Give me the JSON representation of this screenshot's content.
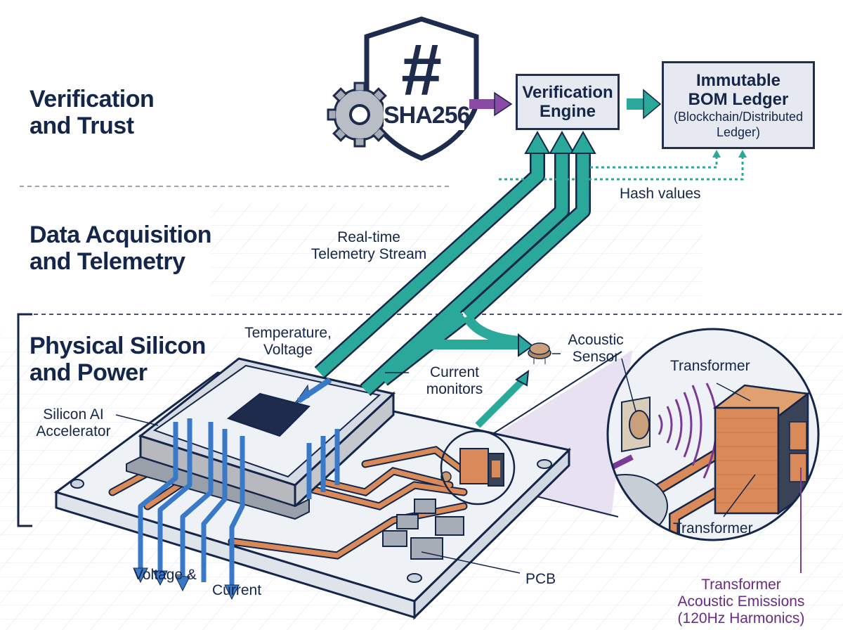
{
  "layers": {
    "top": "Verification\nand Trust",
    "top_line1": "Verification",
    "top_line2": "and Trust",
    "mid_line1": "Data Acquisition",
    "mid_line2": "and Telemetry",
    "bottom_line1": "Physical Silicon",
    "bottom_line2": "and Power"
  },
  "hash_badge": {
    "symbol": "#",
    "label": "SHA256"
  },
  "verification_engine": {
    "line1": "Verification",
    "line2": "Engine"
  },
  "ledger": {
    "line1": "Immutable",
    "line2": "BOM Ledger",
    "line3": "(Blockchain/Distributed",
    "line4": "Ledger)"
  },
  "labels": {
    "hash_values": "Hash values",
    "telemetry_line1": "Real-time",
    "telemetry_line2": "Telemetry Stream",
    "temp_line1": "Temperature,",
    "temp_line2": "Voltage",
    "current_mon_line1": "Current",
    "current_mon_line2": "monitors",
    "acoustic_line1": "Acoustic",
    "acoustic_line2": "Sensor",
    "accel_line1": "Silicon AI",
    "accel_line2": "Accelerator",
    "voltage": "Voltage &",
    "current": "Current",
    "pcb": "PCB",
    "transformer_top": "Transformer",
    "transformer_bottom": "Transformer",
    "emissions_line1": "Transformer",
    "emissions_line2": "Acoustic Emissions",
    "emissions_line3": "(120Hz Harmonics)"
  },
  "colors": {
    "navy": "#14264a",
    "teal": "#2aa89a",
    "blue": "#3a78c8",
    "copper": "#d98a58",
    "purple": "#7a3a96",
    "box_fill": "#e6e9ef"
  }
}
